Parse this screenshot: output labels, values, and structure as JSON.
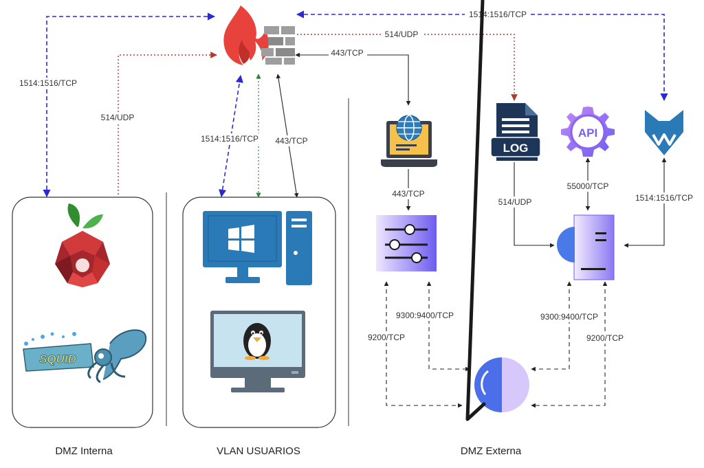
{
  "zones": [
    {
      "id": "dmz-interna",
      "label": "DMZ Interna"
    },
    {
      "id": "vlan-usuarios",
      "label": "VLAN USUARIOS"
    },
    {
      "id": "dmz-externa",
      "label": "DMZ Externa"
    }
  ],
  "nodes": {
    "firewall": {
      "icon": "firewall-icon"
    },
    "pihole": {
      "icon": "pihole-icon"
    },
    "squid": {
      "icon": "squid-icon",
      "logo_text": "SQUID"
    },
    "windows_pc": {
      "icon": "windows-desktop-icon"
    },
    "linux_pc": {
      "icon": "linux-desktop-icon"
    },
    "web_server": {
      "icon": "web-laptop-icon"
    },
    "log_file": {
      "icon": "log-file-icon",
      "logo_text": "LOG"
    },
    "api": {
      "icon": "api-gear-icon",
      "logo_text": "API"
    },
    "wazuh_agent": {
      "icon": "wazuh-wolf-icon"
    },
    "dashboard": {
      "icon": "dashboard-sliders-icon"
    },
    "manager": {
      "icon": "manager-server-icon"
    },
    "indexer": {
      "icon": "indexer-search-icon"
    }
  },
  "edges": [
    {
      "id": "fw-dmzint-1514",
      "label": "1514:1516/TCP"
    },
    {
      "id": "fw-dmzint-514",
      "label": "514/UDP"
    },
    {
      "id": "fw-vlan-1514",
      "label": "1514:1516/TCP"
    },
    {
      "id": "fw-vlan-443",
      "label": "443/TCP"
    },
    {
      "id": "fw-wazuh-1514",
      "label": "1514:1516/TCP"
    },
    {
      "id": "fw-log-514",
      "label": "514/UDP"
    },
    {
      "id": "fw-web-443",
      "label": "443/TCP"
    },
    {
      "id": "web-dash-443",
      "label": "443/TCP"
    },
    {
      "id": "log-mgr-514",
      "label": "514/UDP"
    },
    {
      "id": "api-mgr-55000",
      "label": "55000/TCP"
    },
    {
      "id": "wazuh-mgr-1514",
      "label": "1514:1516/TCP"
    },
    {
      "id": "dash-idx-9200",
      "label": "9200/TCP"
    },
    {
      "id": "dash-idx-9300",
      "label": "9300:9400/TCP"
    },
    {
      "id": "mgr-idx-9300",
      "label": "9300:9400/TCP"
    },
    {
      "id": "mgr-idx-9200",
      "label": "9200/TCP"
    }
  ],
  "colors": {
    "blue_link": "#2a2ad0",
    "red_link": "#b03a2e",
    "green_link": "#3a7d3a",
    "black_link": "#222222",
    "fire": "#e8423c",
    "windows_blue": "#2a7ab8",
    "accent_purple": "#7b6cf0"
  }
}
